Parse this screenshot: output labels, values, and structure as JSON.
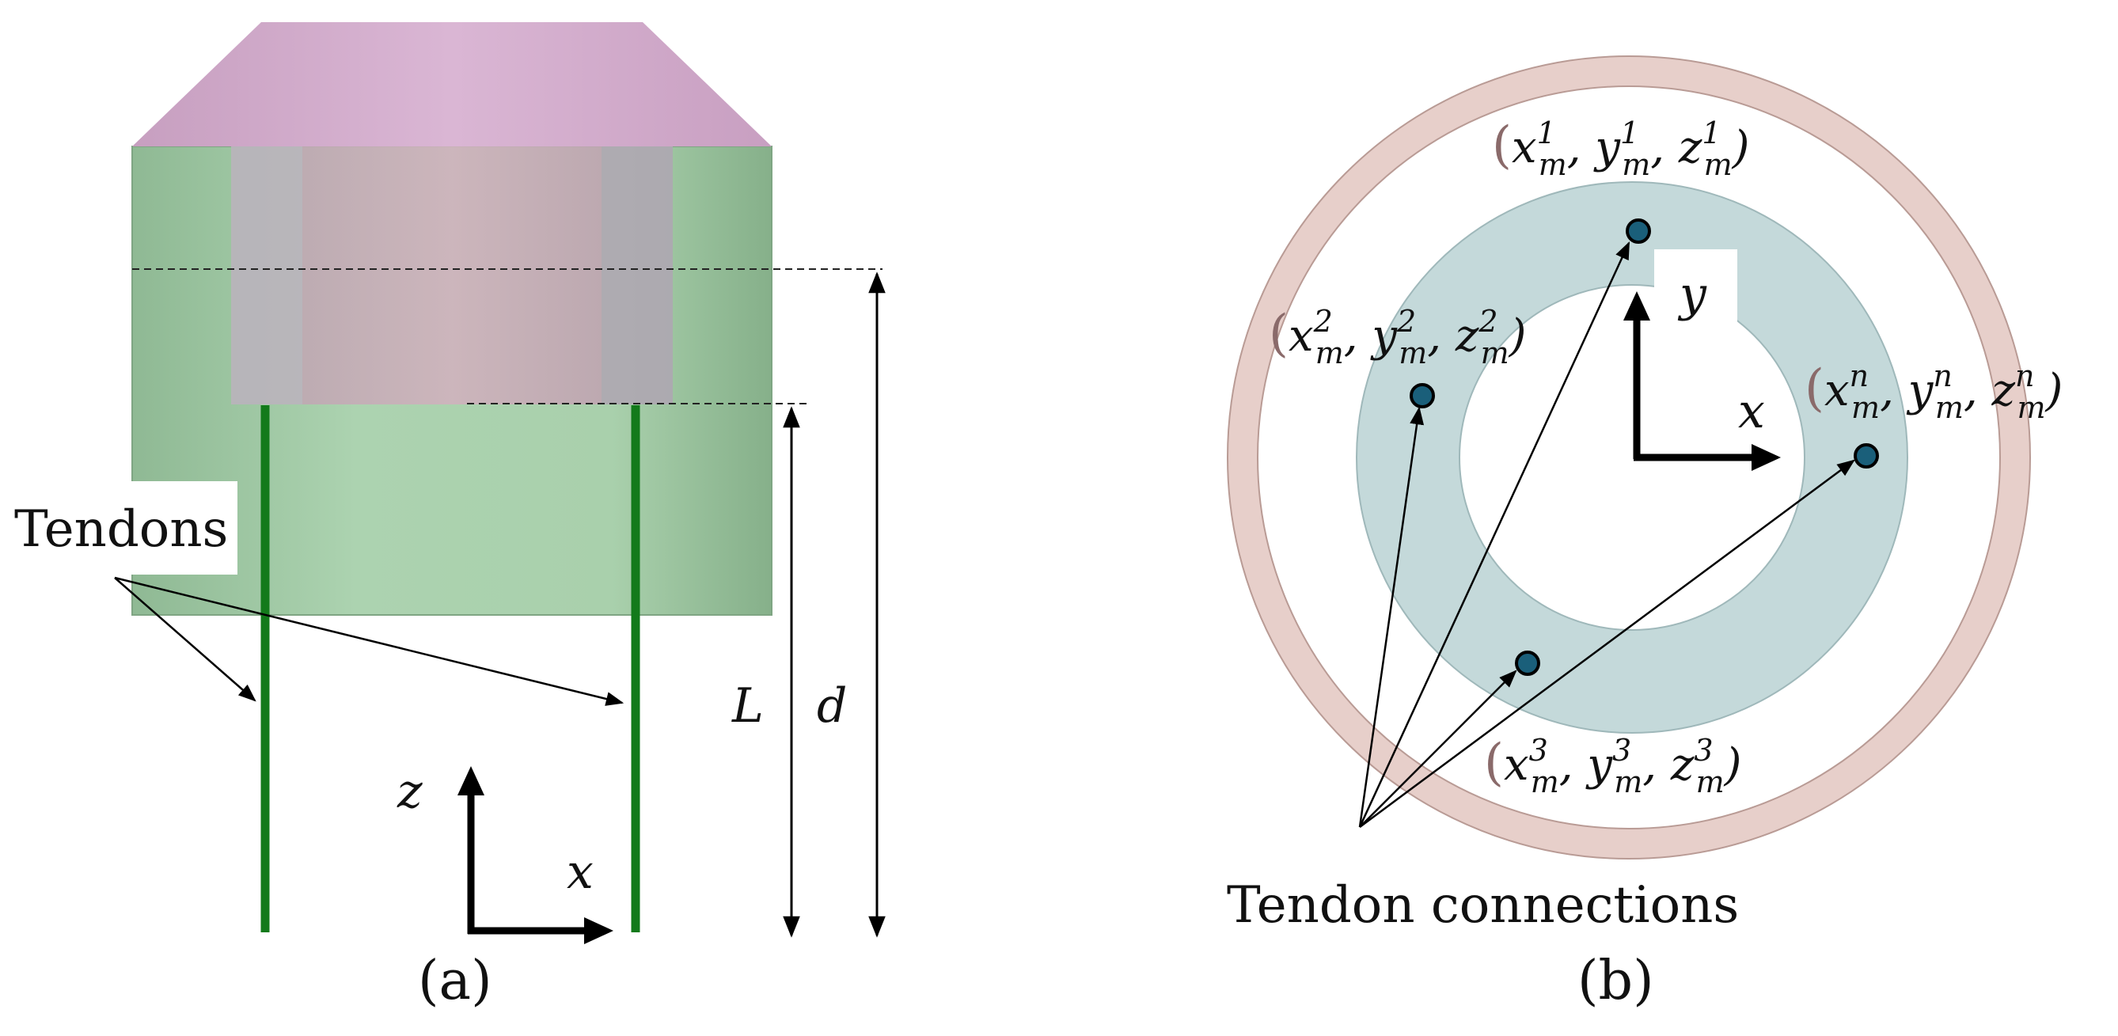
{
  "panel_a": {
    "tendons_label": "Tendons",
    "axis_z": "z",
    "axis_x": "x",
    "dim_L": "L",
    "dim_d": "d",
    "caption_open": "(",
    "caption_letter": "a",
    "caption_close": ")"
  },
  "panel_b": {
    "axis_x": "x",
    "axis_y": "y",
    "connections_label": "Tendon connections",
    "caption_open": "(",
    "caption_letter": "b",
    "caption_close": ")",
    "coords": [
      {
        "base": "x",
        "sub": "m",
        "sup": "1",
        "y_base": "y",
        "z_base": "z"
      },
      {
        "base": "x",
        "sub": "m",
        "sup": "2",
        "y_base": "y",
        "z_base": "z"
      },
      {
        "base": "x",
        "sub": "m",
        "sup": "3",
        "y_base": "y",
        "z_base": "z"
      },
      {
        "base": "x",
        "sub": "m",
        "sup": "n",
        "y_base": "y",
        "z_base": "z"
      }
    ]
  },
  "colors": {
    "cap_pink": "#d6afcf",
    "body_green": "#9cc9a0",
    "inner_pink": "#c8a8b4",
    "tendon_green": "#137a1b",
    "ring_outer": "#e7cfca",
    "ring_inner": "#c4d9da",
    "dot": "#1a5f7a"
  }
}
